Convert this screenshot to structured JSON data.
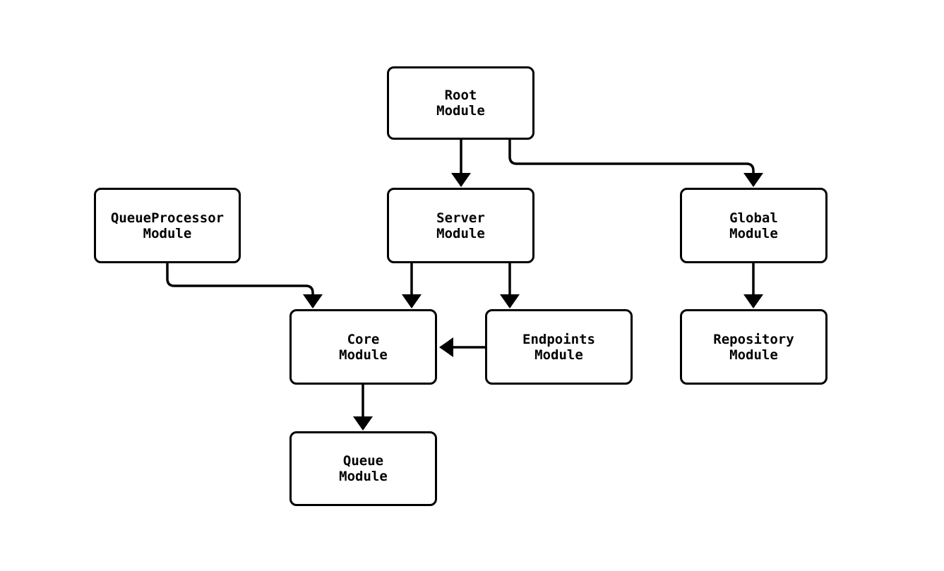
{
  "diagram": {
    "type": "flowchart",
    "background_color": "#ffffff",
    "node_fill_color": "#ffffff",
    "node_border_color": "#000000",
    "edge_color": "#000000",
    "text_color": "#000000",
    "nodes": [
      {
        "id": "root",
        "line1": "Root",
        "line2": "Module"
      },
      {
        "id": "queueprocessor",
        "line1": "QueueProcessor",
        "line2": "Module"
      },
      {
        "id": "server",
        "line1": "Server",
        "line2": "Module"
      },
      {
        "id": "global",
        "line1": "Global",
        "line2": "Module"
      },
      {
        "id": "core",
        "line1": "Core",
        "line2": "Module"
      },
      {
        "id": "endpoints",
        "line1": "Endpoints",
        "line2": "Module"
      },
      {
        "id": "repository",
        "line1": "Repository",
        "line2": "Module"
      },
      {
        "id": "queue",
        "line1": "Queue",
        "line2": "Module"
      }
    ],
    "edges": [
      {
        "from": "root",
        "to": "server"
      },
      {
        "from": "root",
        "to": "global"
      },
      {
        "from": "queueprocessor",
        "to": "core"
      },
      {
        "from": "server",
        "to": "core"
      },
      {
        "from": "server",
        "to": "endpoints"
      },
      {
        "from": "endpoints",
        "to": "core"
      },
      {
        "from": "core",
        "to": "queue"
      },
      {
        "from": "global",
        "to": "repository"
      }
    ]
  }
}
